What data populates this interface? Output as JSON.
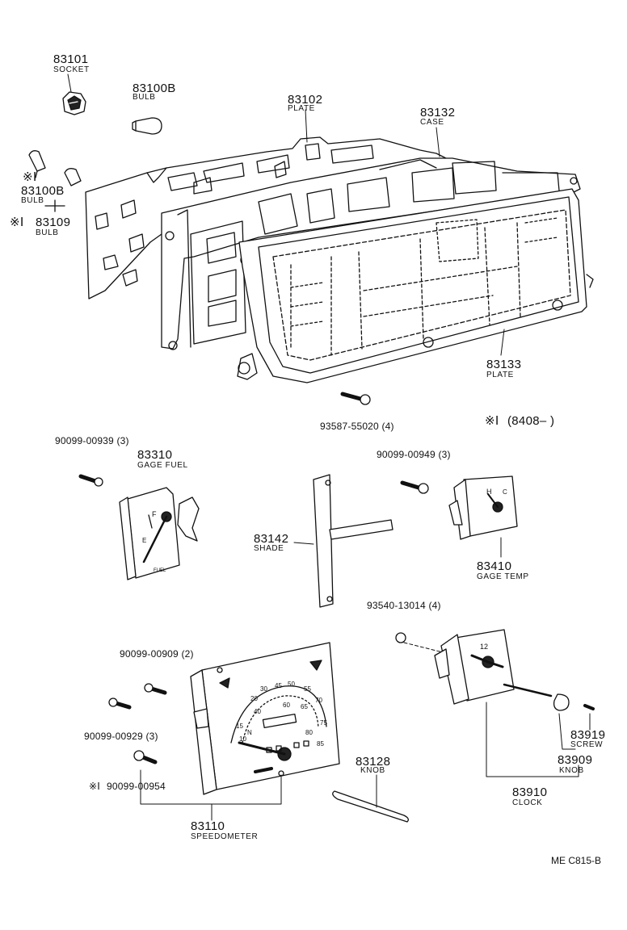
{
  "parts": {
    "p83101": {
      "number": "83101",
      "name": "SOCKET"
    },
    "p83100b_top": {
      "number": "83100B",
      "name": "BULB"
    },
    "p83102": {
      "number": "83102",
      "name": "PLATE"
    },
    "p83132": {
      "number": "83132",
      "name": "CASE"
    },
    "p83100b_left": {
      "mark": "※Ⅰ",
      "number": "83100B",
      "name": "BULB"
    },
    "p83109": {
      "mark": "※Ⅰ",
      "number": "83109",
      "name": "BULB"
    },
    "p83133": {
      "number": "83133",
      "name": "PLATE"
    },
    "p83310": {
      "number": "83310",
      "name": "GAGE FUEL"
    },
    "p83142": {
      "number": "83142",
      "name": "SHADE"
    },
    "p83410": {
      "number": "83410",
      "name": "GAGE TEMP"
    },
    "p83110": {
      "number": "83110",
      "name": "SPEEDOMETER"
    },
    "p83128": {
      "number": "83128",
      "name": "KNOB"
    },
    "p83919": {
      "number": "83919",
      "name": "SCREW"
    },
    "p83909": {
      "number": "83909",
      "name": "KNOB"
    },
    "p83910": {
      "number": "83910",
      "name": "CLOCK"
    }
  },
  "fasteners": {
    "f93587": "93587-55020 (4)",
    "f90099_939": "90099-00939 (3)",
    "f90099_949": "90099-00949 (3)",
    "f93540": "93540-13014 (4)",
    "f90099_909": "90099-00909 (2)",
    "f90099_929": "90099-00929 (3)",
    "f90099_954_mark": "※Ⅰ",
    "f90099_954": "90099-00954"
  },
  "note": {
    "mark": "※Ⅰ",
    "text": "(8408–          )"
  },
  "dial_texts": {
    "fuel_f": "F",
    "fuel_e": "E",
    "fuel_label": "FUEL",
    "temp_h": "H",
    "temp_c": "C",
    "clock_12": "12",
    "speed_marks": [
      "20",
      "30",
      "40",
      "45",
      "50",
      "55",
      "60",
      "65",
      "70",
      "75",
      "80",
      "85",
      "15",
      "10",
      "N"
    ]
  },
  "drawing_ref": "ME  C815-B"
}
